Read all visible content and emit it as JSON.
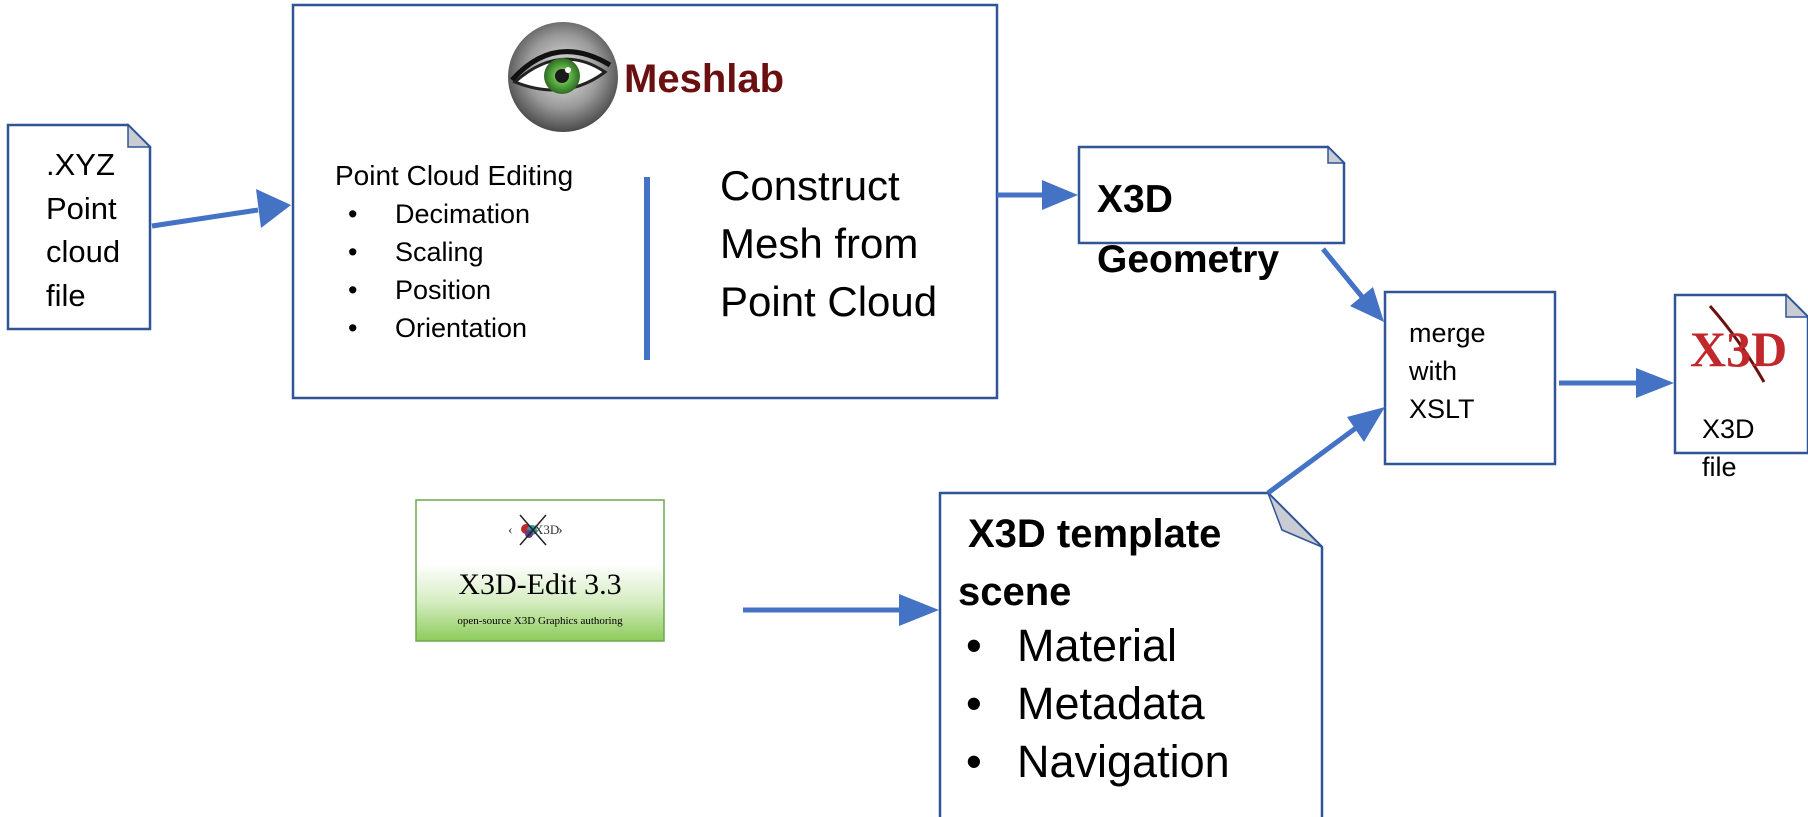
{
  "input_file": {
    "lines": [
      ".XYZ",
      "Point",
      "cloud",
      "file"
    ]
  },
  "meshlab": {
    "logo_text": "Meshlab",
    "editing_title": "Point Cloud Editing",
    "editing_items": [
      "Decimation",
      "Scaling",
      "Position",
      "Orientation"
    ],
    "construct_lines": [
      "Construct",
      "Mesh from",
      "Point Cloud"
    ]
  },
  "geometry_file": {
    "lines": [
      "X3D",
      "Geometry"
    ]
  },
  "merge_box": {
    "lines": [
      "merge",
      "with",
      "XSLT"
    ]
  },
  "output_file": {
    "logo_text": "X3D",
    "lines": [
      "X3D",
      "file"
    ]
  },
  "x3d_edit": {
    "badge_text": "X3D",
    "title": "X3D-Edit 3.3",
    "tagline": "open-source X3D Graphics authoring"
  },
  "template_file": {
    "title_lines": [
      "X3D template",
      "scene"
    ],
    "items": [
      "Material",
      "Metadata",
      "Navigation"
    ]
  },
  "colors": {
    "stroke": "#2F5597",
    "arrow": "#4472C4",
    "fold": "#C9CDD3",
    "eye_green": "#4FA83A",
    "meshlab_text": "#6B1010",
    "x3d_red": "#C0282C",
    "x3d_teal": "#2E9AA0",
    "edit_green": "#8DCB5A"
  }
}
